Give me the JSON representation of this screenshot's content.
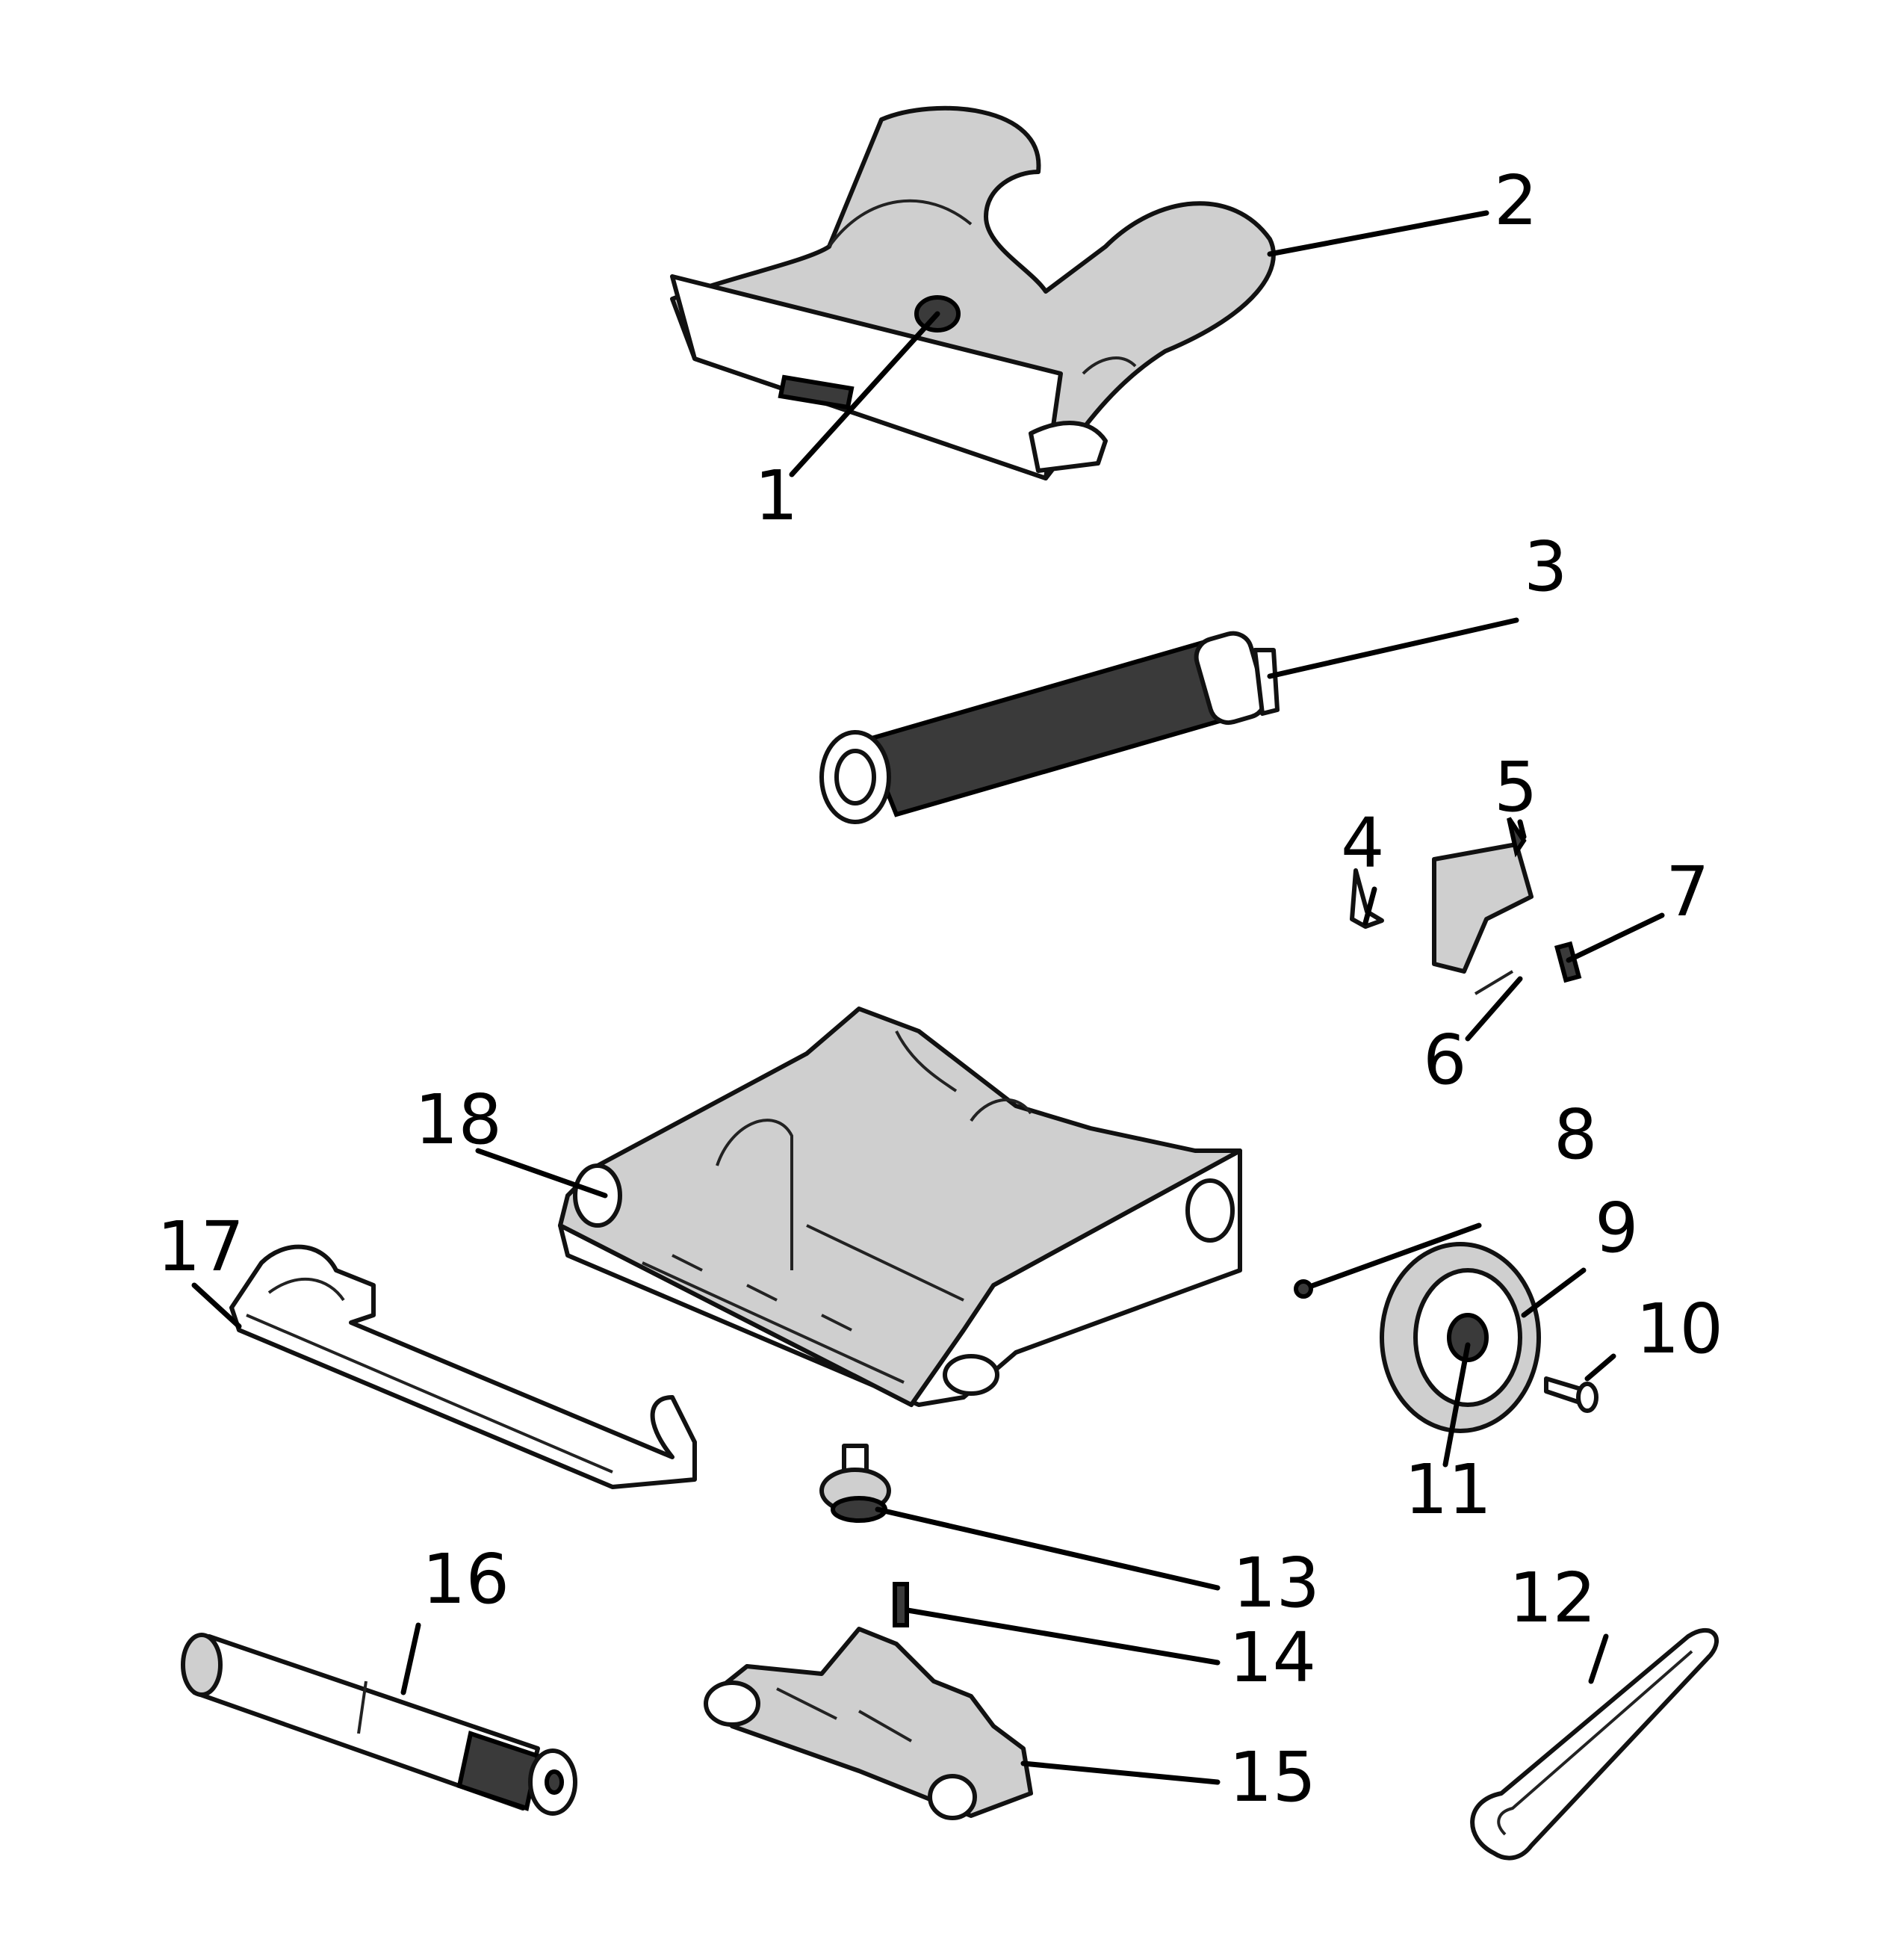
{
  "callouts": {
    "c1": "1",
    "c2": "2",
    "c3": "3",
    "c4": "4",
    "c5": "5",
    "c6": "6",
    "c7": "7",
    "c8": "8",
    "c9": "9",
    "c10": "10",
    "c11": "11",
    "c12": "12",
    "c13": "13",
    "c14": "14",
    "c15": "15",
    "c16": "16",
    "c17": "17",
    "c18": "18"
  },
  "colors": {
    "background": "#ffffff",
    "ink": "#000000",
    "part_fill": "#ffffff",
    "part_shade": "#cfcfcf"
  }
}
